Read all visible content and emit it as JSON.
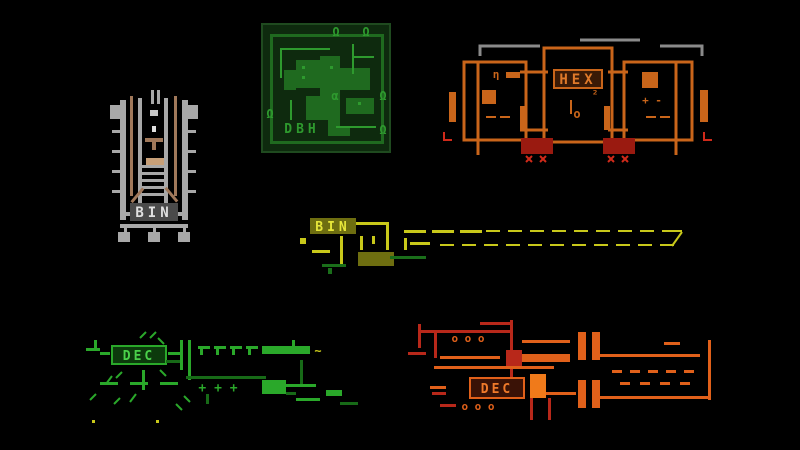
{
  "colors": {
    "background": "#000000",
    "bin_gray": "#a8a8a8",
    "bin_tan": "#a0785a",
    "dbh_green": "#1f6a1f",
    "dbh_green_light": "#2e9a2e",
    "hex_orange": "#c9651a",
    "hex_red": "#9a1a10",
    "bin_yellow": "#c8c81a",
    "bin_yellow_dark": "#6e6e10",
    "dec_green": "#2aa82a",
    "dec_green_dark": "#176a17",
    "dec_orange": "#e0601a",
    "dec_red": "#b8281a"
  },
  "modules": {
    "bin_tower": {
      "label": "BIN"
    },
    "dbh_block": {
      "label": "DBH",
      "glyph_omega": "Ω",
      "glyph_alpha": "α"
    },
    "hex_machine": {
      "label": "HEX",
      "glyph_eta": "η",
      "glyph_sup2": "²",
      "glyph_o": "o",
      "glyph_pm": "+ -"
    },
    "bin_bar": {
      "label": "BIN"
    },
    "dec_left": {
      "label": "DEC",
      "glyph_plus": "+ + +",
      "glyph_tilde": "~"
    },
    "dec_right": {
      "label": "DEC",
      "glyph_ooo": "o o o"
    }
  }
}
